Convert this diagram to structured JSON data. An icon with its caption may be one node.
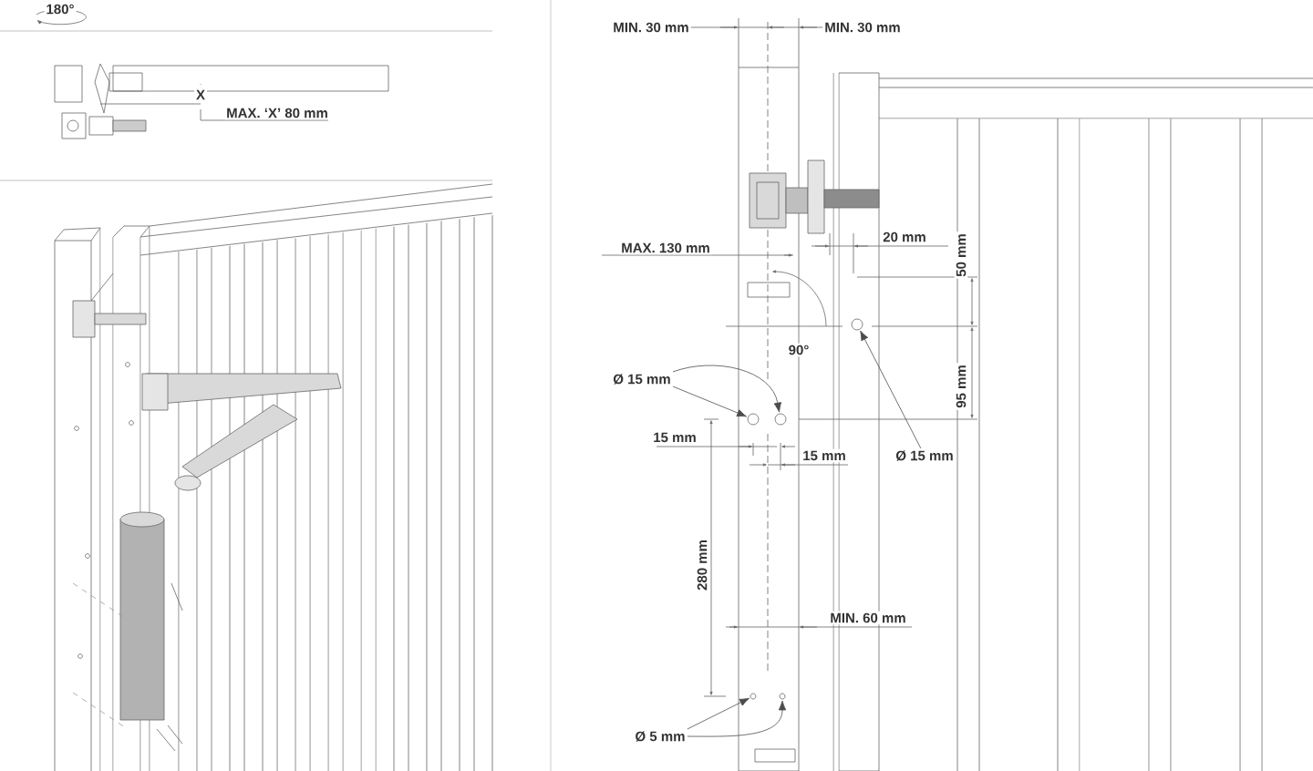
{
  "diagram": {
    "nodes": [
      {
        "text": [
          "Ø 15 mm"
        ]
      },
      {
        "text": [],
        "shape": "circle"
      },
      {
        "text": [],
        "shape": "circle"
      },
      {
        "text": [
          "Ø 15 mm"
        ]
      },
      {
        "text": [],
        "shape": "circle"
      },
      {
        "text": [
          "Ø 5 mm"
        ]
      },
      {
        "text": [],
        "shape": "circle"
      },
      {
        "text": [],
        "shape": "circle"
      }
    ],
    "edges": [
      {
        "from": 0,
        "to": 1,
        "arrow": "to"
      },
      {
        "from": 0,
        "to": 2,
        "arrow": "to"
      },
      {
        "from": 3,
        "to": 4,
        "arrow": "to"
      },
      {
        "from": 5,
        "to": 6,
        "arrow": "to"
      },
      {
        "from": 5,
        "to": 7,
        "arrow": "to"
      }
    ],
    "labels": [
      "180°",
      "X",
      "MAX. ‘X’ 80 mm",
      "MIN. 30 mm",
      "MIN. 30 mm",
      "MAX. 130 mm",
      "20 mm",
      "50 mm",
      "90°",
      "95 mm",
      "15 mm",
      "15 mm",
      "280 mm",
      "MIN. 60 mm"
    ]
  }
}
